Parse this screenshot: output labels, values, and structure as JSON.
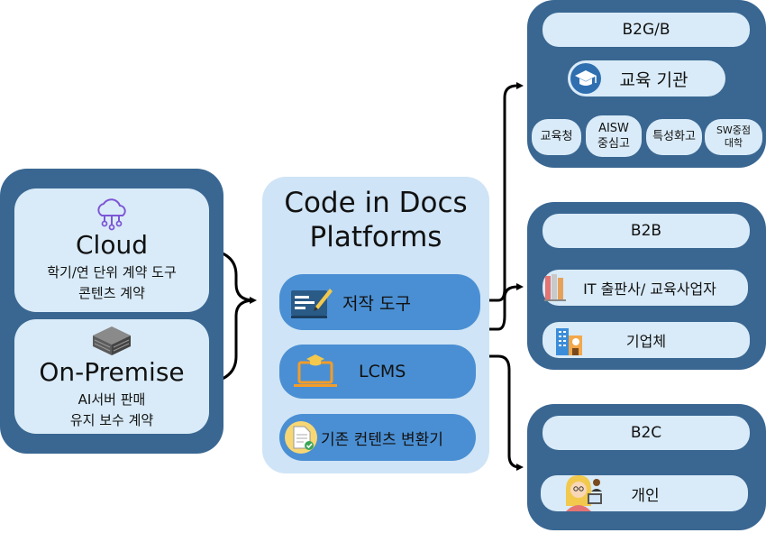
{
  "left": {
    "cloud": {
      "title": "Cloud",
      "line1": "학기/연 단위 계약 도구",
      "line2": "콘텐츠 계약"
    },
    "onprem": {
      "title": "On-Premise",
      "line1": "AI서버 판매",
      "line2": "유지 보수 계약"
    }
  },
  "center": {
    "title_line1": "Code in Docs",
    "title_line2": "Platforms",
    "authoring": "저작 도구",
    "lcms": "LCMS",
    "converter": "기존 컨텐츠 변환기"
  },
  "right": {
    "b2g": {
      "header": "B2G/B",
      "institution": "교육 기관",
      "items": [
        {
          "line1": "교육청",
          "line2": ""
        },
        {
          "line1": "AISW",
          "line2": "중심고"
        },
        {
          "line1": "특성화고",
          "line2": ""
        },
        {
          "line1": "SW중점",
          "line2": "대학"
        }
      ]
    },
    "b2b": {
      "header": "B2B",
      "item1": "IT 출판사/ 교육사업자",
      "item2": "기업체"
    },
    "b2c": {
      "header": "B2C",
      "item1": "개인"
    }
  },
  "icons": [
    "cloud-network-icon",
    "server-stack-icon",
    "pen-document-icon",
    "laptop-graduation-icon",
    "document-check-icon",
    "graduation-cap-icon",
    "books-icon",
    "office-building-icon",
    "person-with-laptop-icon"
  ],
  "colors": {
    "dark_panel": "#3a6792",
    "pale_panel": "#cfe4f6",
    "pill": "#d9ebf8",
    "blue_pill": "#4a8fd3"
  }
}
